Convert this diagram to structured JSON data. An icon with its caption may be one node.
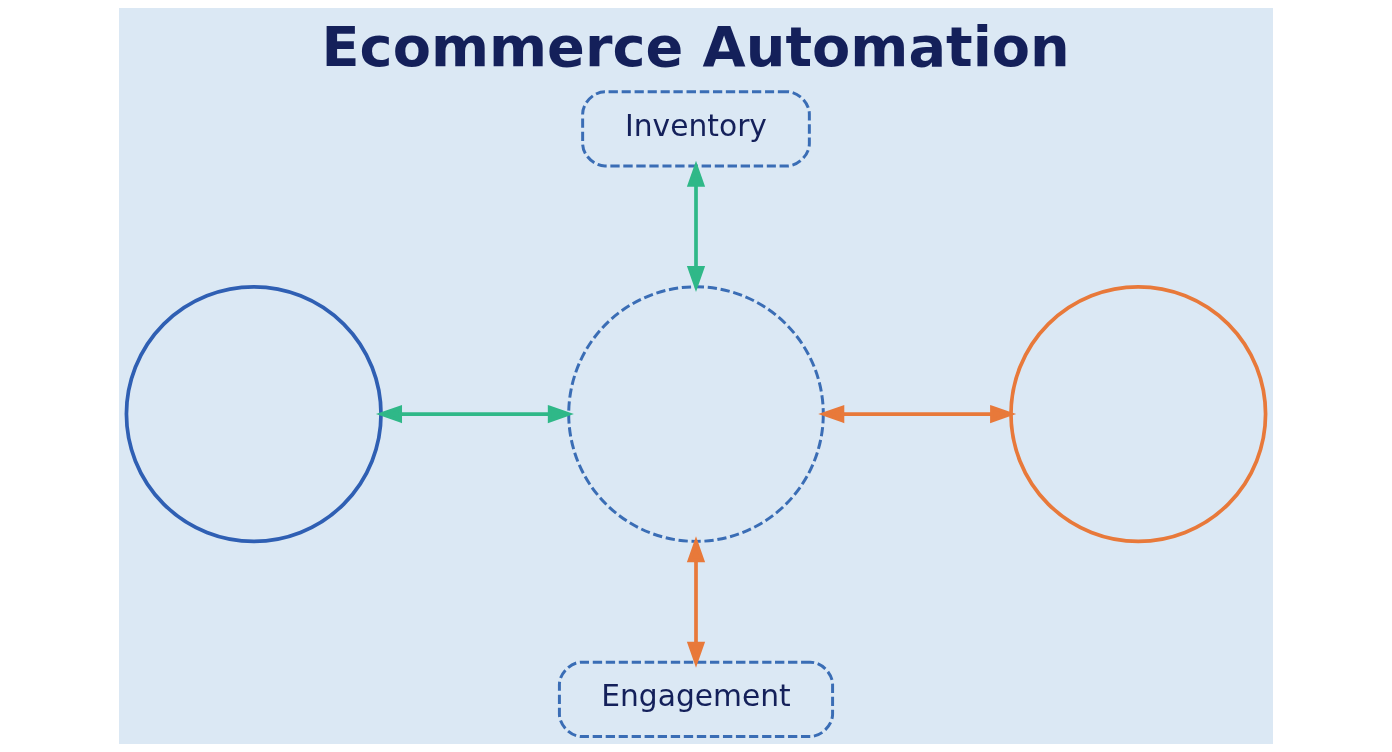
{
  "diagram": {
    "title": "Ecommerce Automation",
    "nodes": [
      {
        "text": [
          "Inventory"
        ]
      },
      {
        "text": [],
        "shape": "circle"
      },
      {
        "text": [],
        "shape": "circle"
      },
      {
        "text": [],
        "shape": "circle"
      },
      {
        "text": [
          "Engagement"
        ]
      }
    ],
    "edges": [
      {
        "from": 0,
        "to": 2,
        "arrow": "both",
        "color": "#2fb888"
      },
      {
        "from": 1,
        "to": 2,
        "arrow": "both",
        "color": "#2fb888"
      },
      {
        "from": 2,
        "to": 3,
        "arrow": "both",
        "color": "#e8793a"
      },
      {
        "from": 2,
        "to": 4,
        "arrow": "both",
        "color": "#e8793a"
      }
    ]
  }
}
